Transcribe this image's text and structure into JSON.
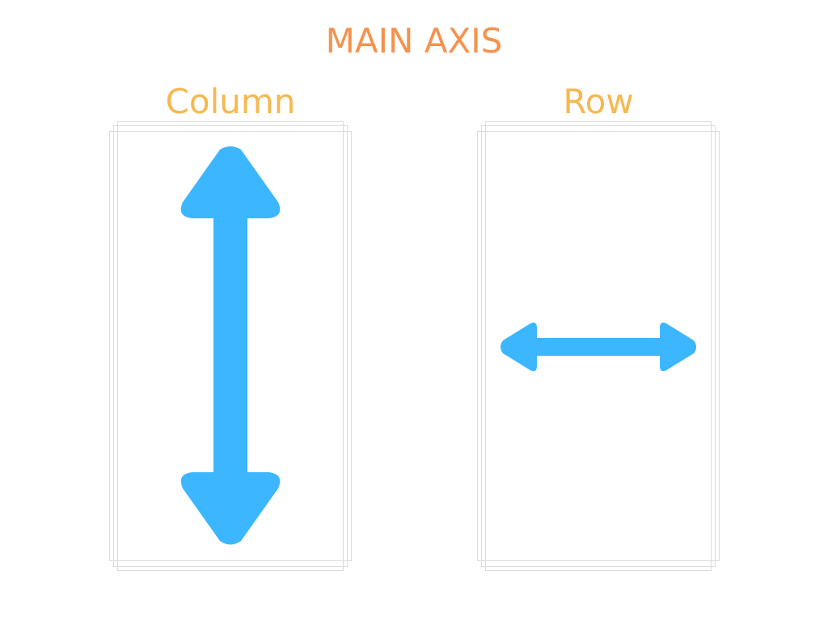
{
  "title": "MAIN AXIS",
  "panels": {
    "column": {
      "label": "Column",
      "arrow_direction": "vertical"
    },
    "row": {
      "label": "Row",
      "arrow_direction": "horizontal"
    }
  },
  "colors": {
    "title": "#f5924d",
    "panel_label": "#f6b84f",
    "arrow": "#3bb6ff",
    "frame": "#dcdcdc"
  },
  "icons": [
    "double-headed-vertical-arrow",
    "double-headed-horizontal-arrow"
  ]
}
